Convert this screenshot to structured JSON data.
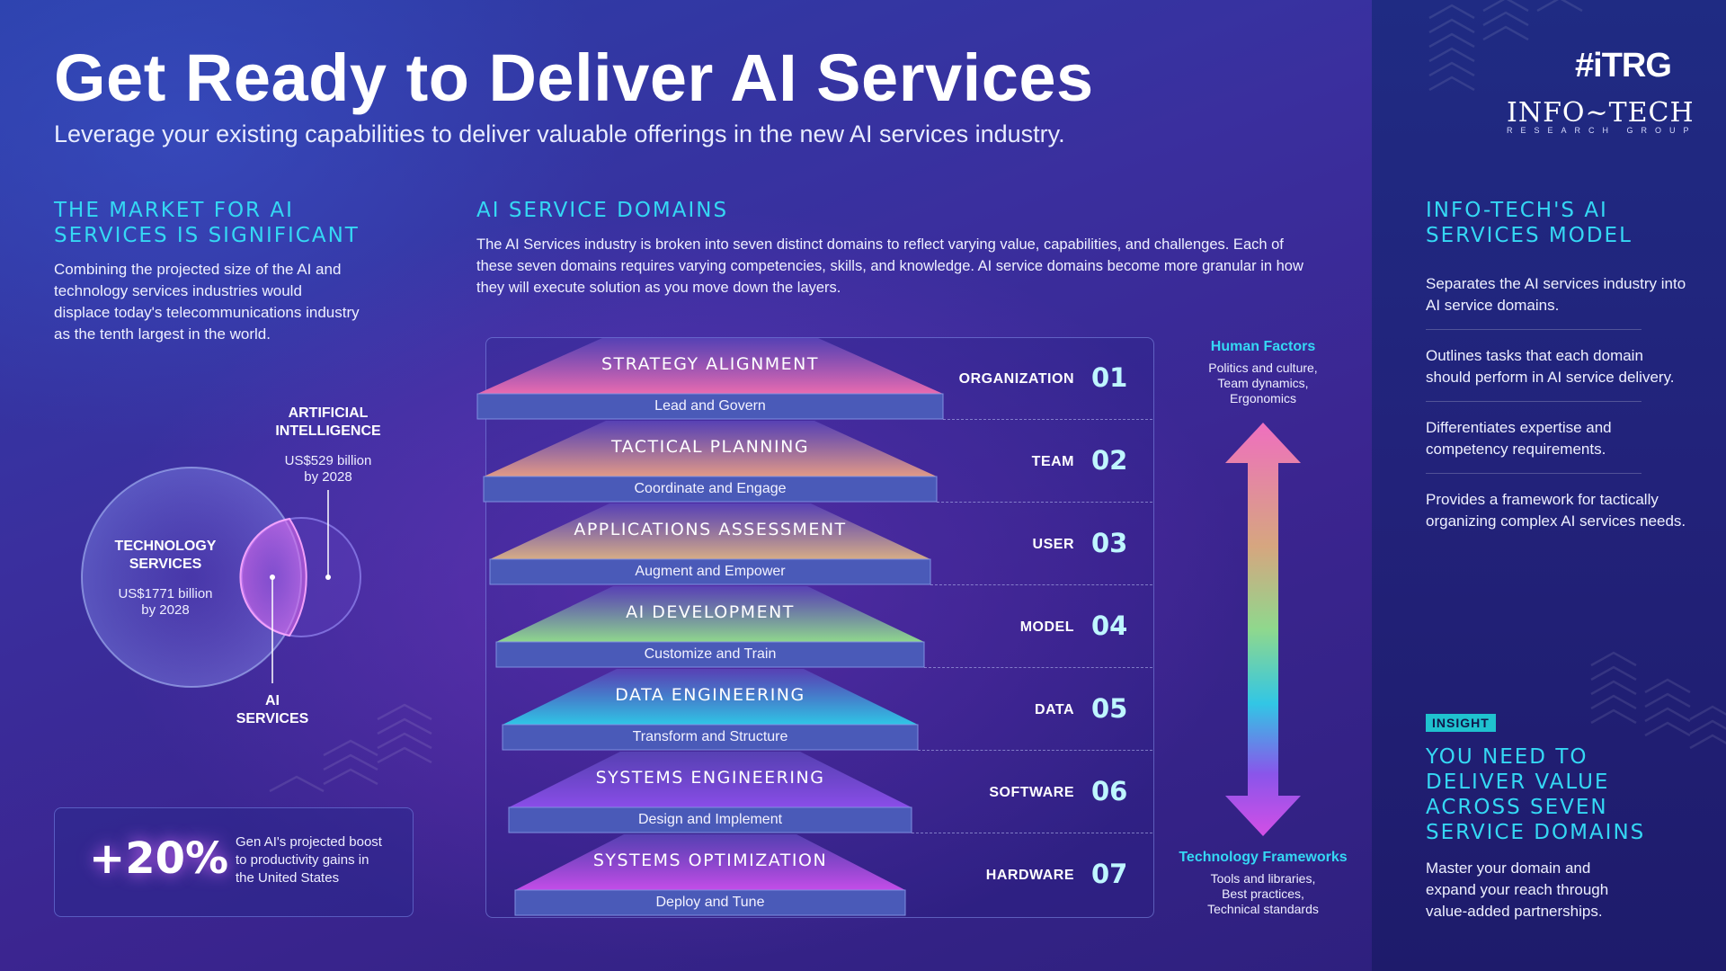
{
  "header": {
    "title": "Get Ready to Deliver AI Services",
    "subtitle": "Leverage your existing capabilities to deliver valuable offerings in the new AI services industry."
  },
  "brand": {
    "trg_logo": "#iTRG",
    "company_name": "INFO~TECH",
    "company_tagline": "RESEARCH GROUP"
  },
  "market": {
    "heading_line1": "THE MARKET FOR AI",
    "heading_line2": "SERVICES IS SIGNIFICANT",
    "body": "Combining the projected size of the AI and technology services industries would displace today's telecommunications industry as the tenth largest in the world.",
    "venn": {
      "tech_label_1": "TECHNOLOGY",
      "tech_label_2": "SERVICES",
      "tech_value_1": "US$1771 billion",
      "tech_value_2": "by 2028",
      "ai_label_1": "ARTIFICIAL",
      "ai_label_2": "INTELLIGENCE",
      "ai_value_1": "US$529 billion",
      "ai_value_2": "by 2028",
      "overlap_label_1": "AI",
      "overlap_label_2": "SERVICES"
    },
    "stat": {
      "value": "+20%",
      "description": "Gen AI's projected boost to productivity gains in the United States"
    }
  },
  "domains": {
    "heading": "AI SERVICE DOMAINS",
    "intro": "The AI Services industry is broken into seven distinct domains to reflect varying value, capabilities, and challenges. Each of these seven domains requires varying competencies, skills, and knowledge. AI service domains become more granular in how they will execute solution as you move down the layers.",
    "layers": [
      {
        "name": "STRATEGY ALIGNMENT",
        "sub": "Lead and Govern",
        "domain": "ORGANIZATION",
        "num": "01",
        "color": "#e96bb0"
      },
      {
        "name": "TACTICAL PLANNING",
        "sub": "Coordinate and Engage",
        "domain": "TEAM",
        "num": "02",
        "color": "#e39a86"
      },
      {
        "name": "APPLICATIONS ASSESSMENT",
        "sub": "Augment and Empower",
        "domain": "USER",
        "num": "03",
        "color": "#d7ad86"
      },
      {
        "name": "AI DEVELOPMENT",
        "sub": "Customize and Train",
        "domain": "MODEL",
        "num": "04",
        "color": "#8fd88d"
      },
      {
        "name": "DATA ENGINEERING",
        "sub": "Transform and Structure",
        "domain": "DATA",
        "num": "05",
        "color": "#2fc6e6"
      },
      {
        "name": "SYSTEMS ENGINEERING",
        "sub": "Design and Implement",
        "domain": "SOFTWARE",
        "num": "06",
        "color": "#8a4de8"
      },
      {
        "name": "SYSTEMS OPTIMIZATION",
        "sub": "Deploy and Tune",
        "domain": "HARDWARE",
        "num": "07",
        "color": "#c44de8"
      }
    ],
    "arrow_top": {
      "title": "Human Factors",
      "line1": "Politics and culture,",
      "line2": "Team dynamics,",
      "line3": "Ergonomics"
    },
    "arrow_bottom": {
      "title": "Technology Frameworks",
      "line1": "Tools and libraries,",
      "line2": "Best practices,",
      "line3": "Technical standards"
    }
  },
  "model": {
    "heading_line1": "INFO-TECH'S AI",
    "heading_line2": "SERVICES MODEL",
    "items": [
      "Separates the AI services industry into AI service domains.",
      "Outlines tasks that each domain should perform in AI service delivery.",
      "Differentiates expertise and competency requirements.",
      "Provides a framework for tactically organizing complex AI services needs."
    ]
  },
  "insight": {
    "badge": "INSIGHT",
    "heading_line1": "YOU NEED TO",
    "heading_line2": "DELIVER VALUE",
    "heading_line3": "ACROSS SEVEN",
    "heading_line4": "SERVICE DOMAINS",
    "body": "Master your domain and expand your reach through value-added partnerships."
  },
  "colors": {
    "accent_cyan": "#35d8f4",
    "panel_dark": "#1f2b83",
    "insight_badge": "#1fc2cf"
  }
}
